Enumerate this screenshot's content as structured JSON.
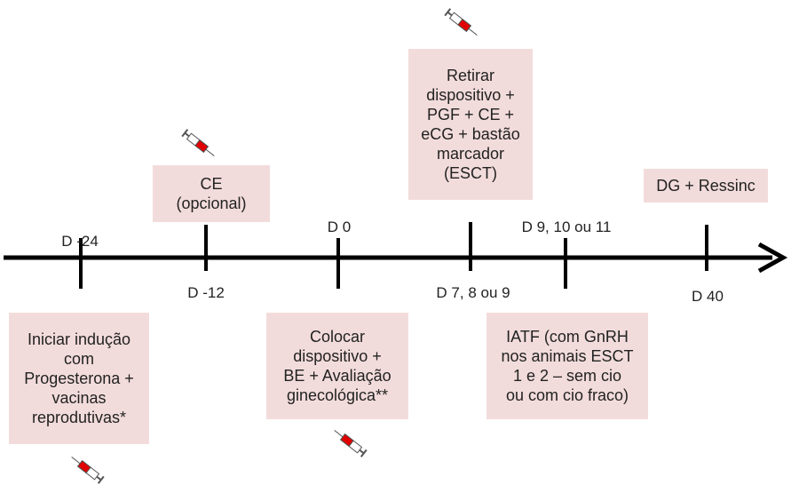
{
  "days": [
    {
      "label": "D -24"
    },
    {
      "label": "D -12"
    },
    {
      "label": "D 0"
    },
    {
      "label": "D 7, 8 ou 9"
    },
    {
      "label": "D 9, 10 ou 11"
    },
    {
      "label": "D 40"
    }
  ],
  "boxes": {
    "ce": "CE\n(opcional)",
    "retirar": "Retirar\ndispositivo +\nPGF + CE +\neCG + bastão\nmarcador\n(ESCT)",
    "dg": "DG + Ressinc",
    "iniciar": "Iniciar indução\ncom\nProgesterona +\nvacinas\nreprodutivas*",
    "colocar": "Colocar\ndispositivo +\nBE + Avaliação\nginecológica**",
    "iatf": "IATF (com GnRH\nnos animais ESCT\n1 e 2 – sem cio\nou com cio fraco)"
  },
  "colors": {
    "box": "#f2dcdb",
    "axis": "#000000",
    "syringe_fill": "#e00000"
  },
  "icons": [
    "syringe-icon"
  ]
}
